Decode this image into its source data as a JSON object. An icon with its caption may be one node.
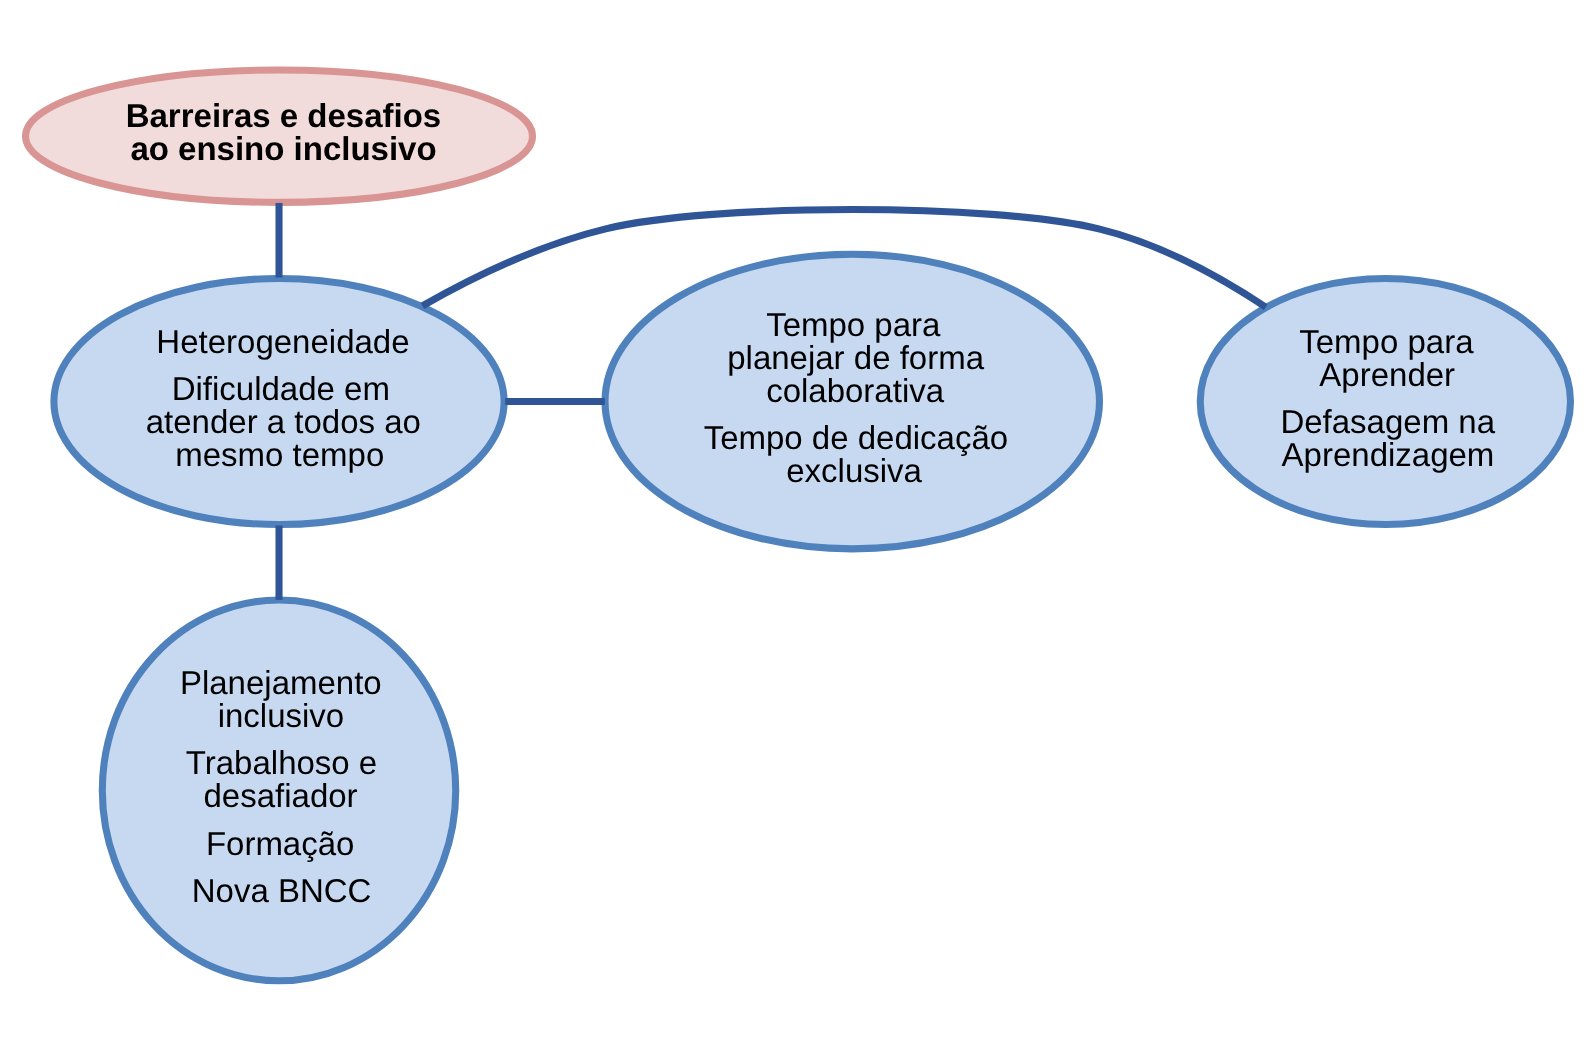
{
  "diagram": {
    "nodes": [
      {
        "text": [
          "Barreiras e desafios ao ensino inclusivo"
        ]
      },
      {
        "text": [
          "Heterogeneidade",
          "Dificuldade em atender a todos ao mesmo tempo"
        ]
      },
      {
        "text": [
          "Tempo para Aprender",
          "Defasagem na Aprendizagem"
        ]
      },
      {
        "text": [
          "Tempo para planejar de forma colaborativa",
          "Tempo de dedicação exclusiva"
        ]
      },
      {
        "text": [
          "Planejamento inclusivo",
          "Trabalhoso e desafiador",
          "Formação",
          "Nova BNCC"
        ]
      }
    ],
    "edges": [
      {
        "from": 0,
        "to": 1,
        "arrow": "none"
      },
      {
        "from": 1,
        "to": 2,
        "arrow": "none"
      },
      {
        "from": 1,
        "to": 3,
        "arrow": "none"
      },
      {
        "from": 1,
        "to": 4,
        "arrow": "none"
      }
    ]
  }
}
